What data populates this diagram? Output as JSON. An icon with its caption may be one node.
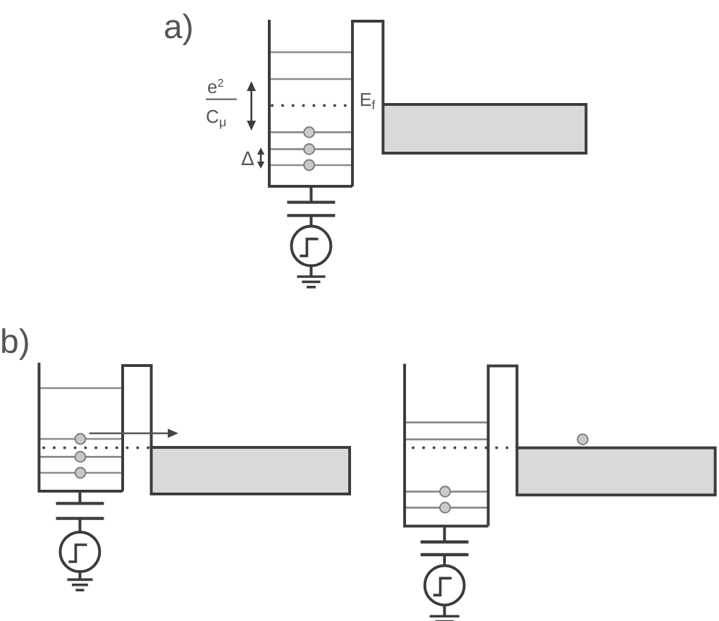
{
  "diagram": {
    "nodes": [
      {
        "text": [],
        "shape": "box"
      },
      {
        "text": [],
        "shape": "box"
      },
      {
        "text": [],
        "shape": "box"
      }
    ],
    "labels": [
      "a)",
      "e$^{2}$",
      "C$_{μ}$",
      "E$_{f}$",
      "Δ",
      "b)"
    ]
  }
}
